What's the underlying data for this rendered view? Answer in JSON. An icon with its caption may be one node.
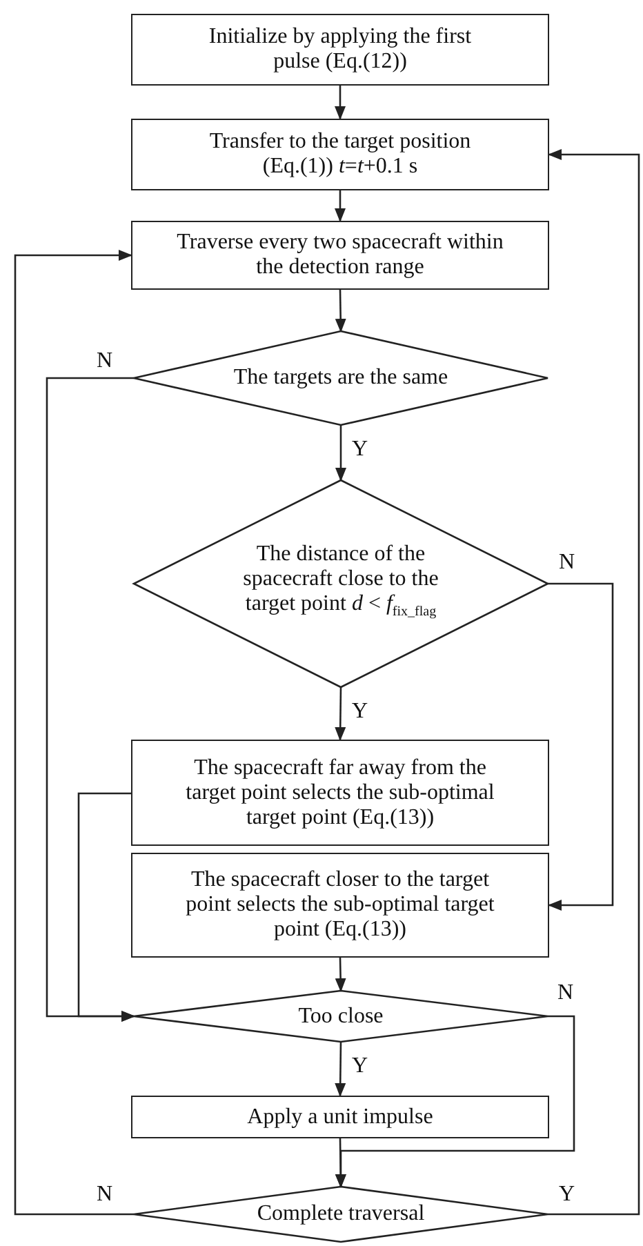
{
  "diagram": {
    "nodes": [
      {
        "text": [
          "Initialize by applying the first pulse (Eq.(12))"
        ]
      },
      {
        "text": [
          "Transfer to the target position (Eq.(1)) *t*=*t*+0.1 s"
        ]
      },
      {
        "text": [
          "Traverse every two spacecraft within the detection range"
        ]
      },
      {
        "text": [
          "The targets are the same"
        ]
      },
      {
        "text": [
          "The distance of the spacecraft close to the target point *d* < *f*$_{fix_flag}$"
        ]
      },
      {
        "text": [
          "The spacecraft far away from the target point selects the sub-optimal target point (Eq.(13))"
        ]
      },
      {
        "text": [
          "The spacecraft closer to the target point selects the sub-optimal target point (Eq.(13))"
        ]
      },
      {
        "text": [
          "Too close"
        ]
      },
      {
        "text": [
          "Apply a unit impulse"
        ]
      },
      {
        "text": [
          "Complete traversal"
        ]
      }
    ],
    "edges": [
      {
        "from": 0,
        "to": 1,
        "arrow": "to"
      },
      {
        "from": 1,
        "to": 2,
        "arrow": "to"
      },
      {
        "from": 2,
        "to": 3,
        "arrow": "to"
      },
      {
        "from": 3,
        "to": 4,
        "arrow": "to",
        "label": "Y"
      },
      {
        "from": 3,
        "to": 7,
        "arrow": "to",
        "label": "N"
      },
      {
        "from": 4,
        "to": 5,
        "arrow": "to",
        "label": "Y"
      },
      {
        "from": 4,
        "to": 6,
        "arrow": "to",
        "label": "N"
      },
      {
        "from": 5,
        "to": 7,
        "arrow": "to"
      },
      {
        "from": 6,
        "to": 7,
        "arrow": "to"
      },
      {
        "from": 7,
        "to": 8,
        "arrow": "to",
        "label": "Y"
      },
      {
        "from": 7,
        "to": 9,
        "arrow": "to",
        "label": "N"
      },
      {
        "from": 8,
        "to": 9,
        "arrow": "to"
      },
      {
        "from": 9,
        "to": 2,
        "arrow": "to",
        "label": "N"
      },
      {
        "from": 9,
        "to": 1,
        "arrow": "to",
        "label": "Y"
      }
    ]
  }
}
